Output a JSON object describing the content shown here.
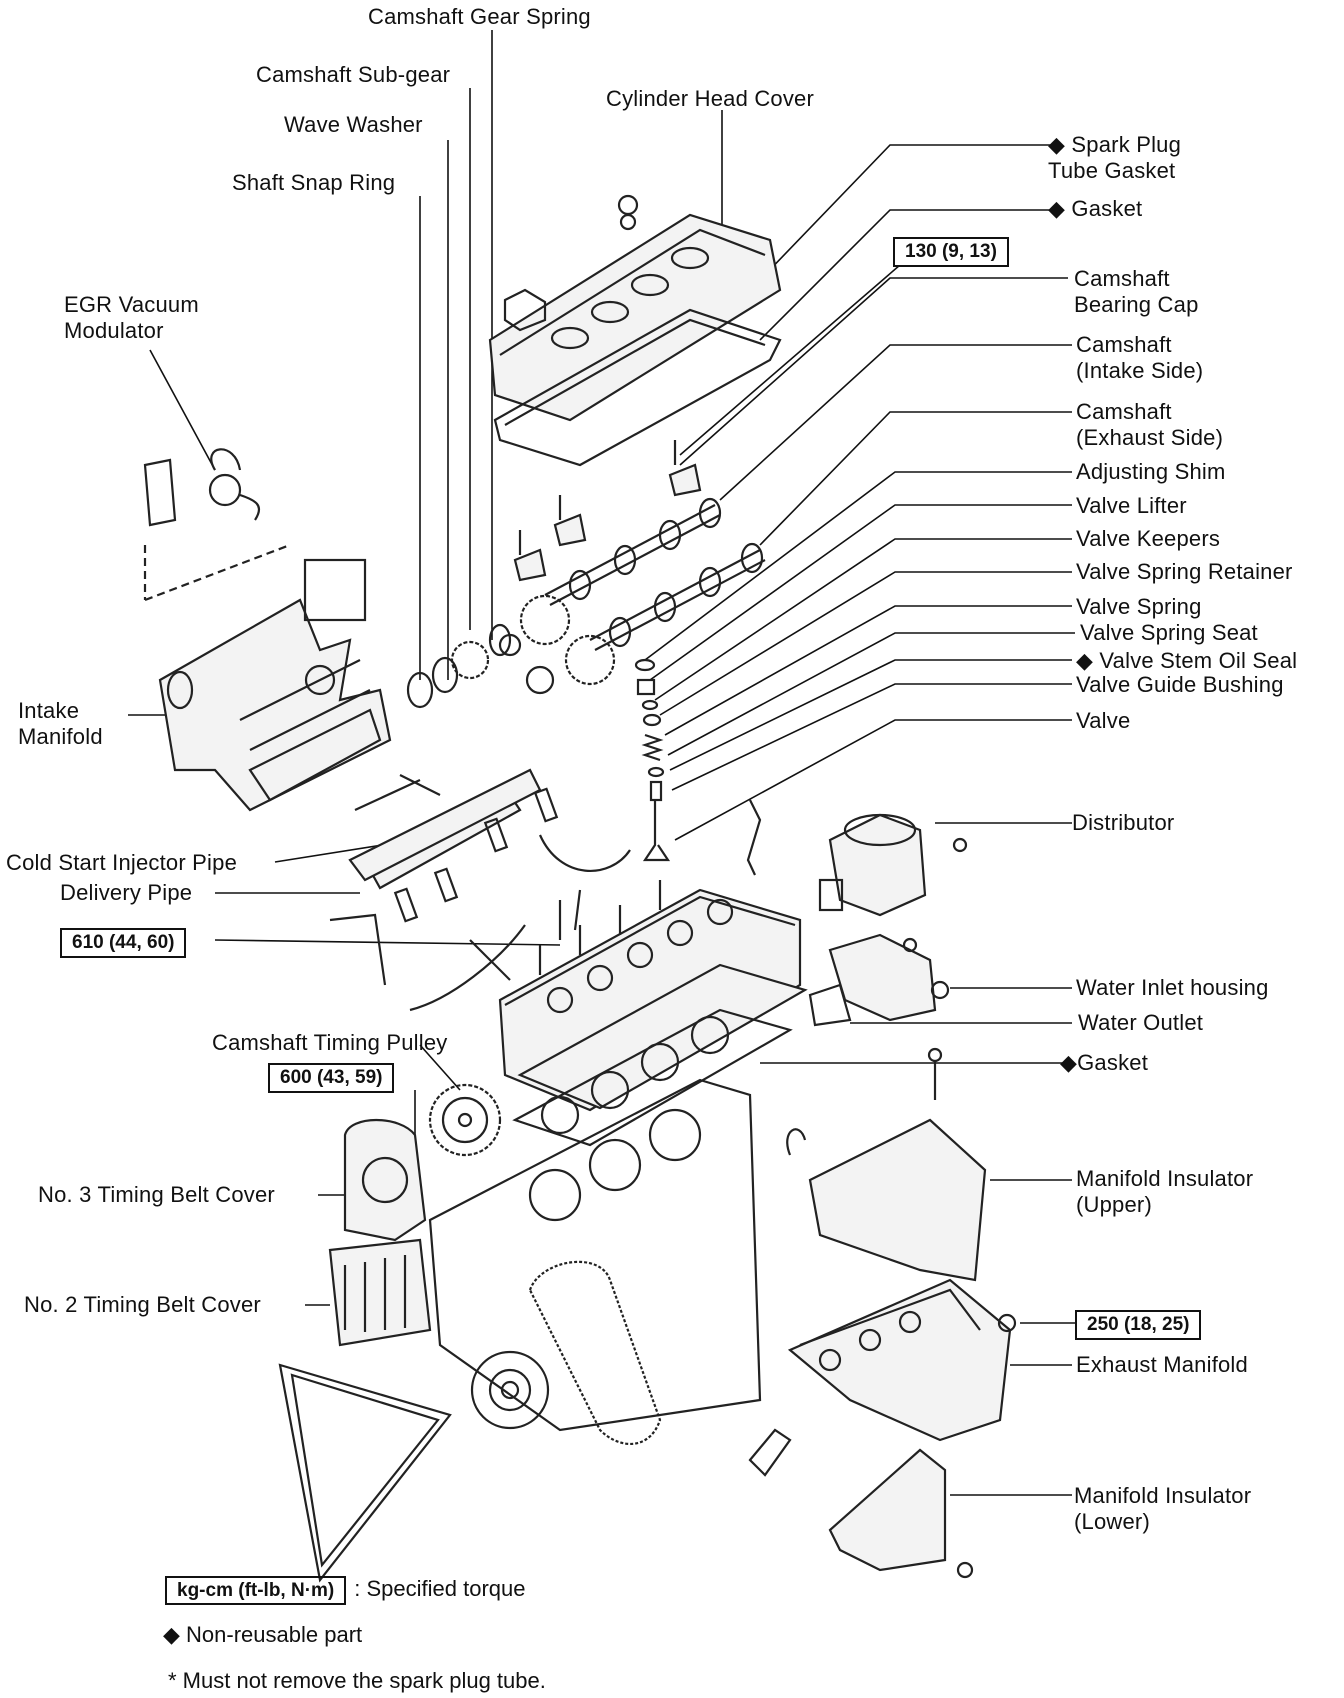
{
  "labels": {
    "camshaft_gear_spring": "Camshaft Gear Spring",
    "camshaft_sub_gear": "Camshaft Sub-gear",
    "wave_washer": "Wave Washer",
    "shaft_snap_ring": "Shaft Snap Ring",
    "cylinder_head_cover": "Cylinder Head Cover",
    "spark_plug_tube_gasket": "◆ Spark Plug\nTube Gasket",
    "gasket_top": "◆ Gasket",
    "camshaft_bearing_cap": "Camshaft\nBearing Cap",
    "camshaft_intake": "Camshaft\n(Intake Side)",
    "camshaft_exhaust": "Camshaft\n(Exhaust Side)",
    "adjusting_shim": "Adjusting Shim",
    "valve_lifter": "Valve Lifter",
    "valve_keepers": "Valve Keepers",
    "valve_spring_retainer": "Valve Spring Retainer",
    "valve_spring": "Valve Spring",
    "valve_spring_seat": "Valve Spring Seat",
    "valve_stem_oil_seal": "◆ Valve Stem Oil Seal",
    "valve_guide_bushing": "Valve Guide Bushing",
    "valve": "Valve",
    "egr_vacuum_modulator": "EGR Vacuum\nModulator",
    "intake_manifold": "Intake\nManifold",
    "cold_start_injector_pipe": "Cold Start Injector Pipe",
    "delivery_pipe": "Delivery Pipe",
    "distributor": "Distributor",
    "water_inlet_housing": "Water Inlet housing",
    "water_outlet": "Water Outlet",
    "gasket_head": "◆Gasket",
    "camshaft_timing_pulley": "Camshaft Timing Pulley",
    "no3_timing_belt_cover": "No. 3 Timing Belt Cover",
    "no2_timing_belt_cover": "No. 2 Timing Belt Cover",
    "manifold_insulator_upper": "Manifold Insulator\n(Upper)",
    "exhaust_manifold": "Exhaust Manifold",
    "manifold_insulator_lower": "Manifold Insulator\n(Lower)"
  },
  "torques": {
    "t130": "130 (9, 13)",
    "t610": "610 (44, 60)",
    "t600": "600 (43, 59)",
    "t250": "250 (18, 25)"
  },
  "legend": {
    "torque_box": "kg-cm (ft-lb, N·m)",
    "torque_text": ": Specified torque",
    "nonreusable": "◆  Non-reusable part",
    "note": "* Must not remove the spark plug tube."
  }
}
